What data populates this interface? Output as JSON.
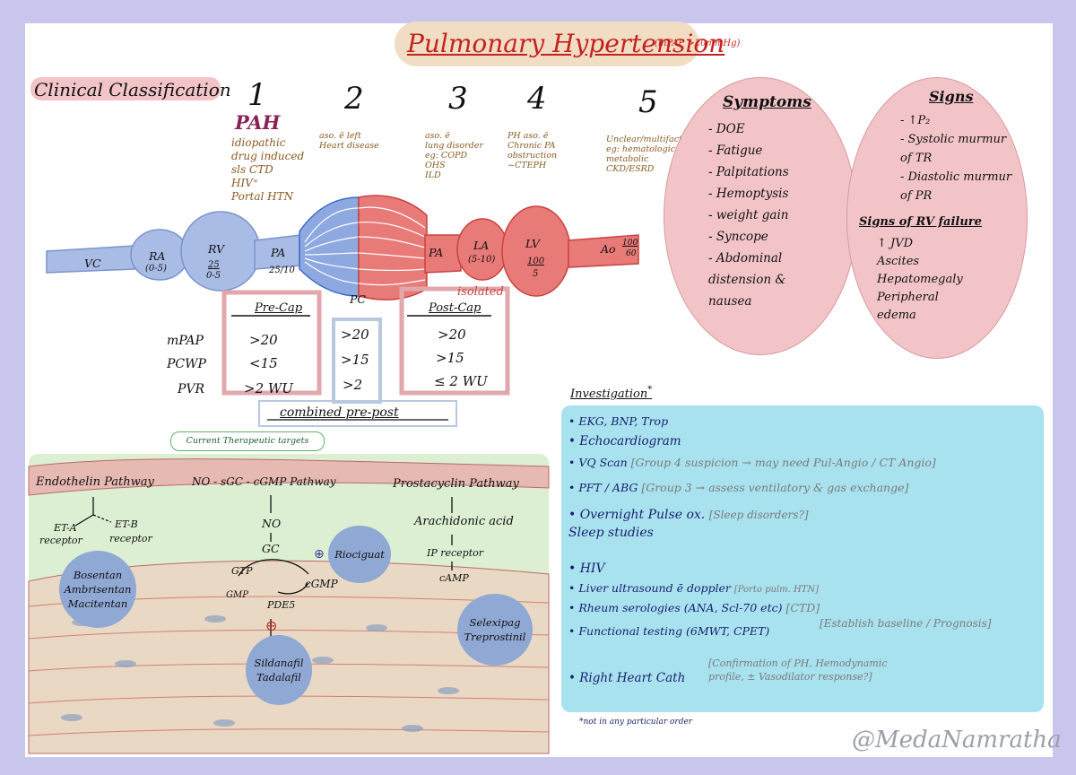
{
  "title": "Pulmonary Hypertension",
  "title_sub": "(mPAP >20mmHg)",
  "clinical_classification": "Clinical Classification",
  "groups": [
    {
      "num": "1",
      "note": ""
    },
    {
      "num": "2",
      "note": "aso. ē left\nHeart disease"
    },
    {
      "num": "3",
      "note": "aso. ē\nlung disorder\neg: COPD\nOHS\nILD"
    },
    {
      "num": "4",
      "note": "PH aso. ē\nChronic PA\nobstruction\n~CTEPH"
    },
    {
      "num": "5",
      "note": "Unclear/multifactorial\neg: hematological\nmetabolic\nCKD/ESRD"
    }
  ],
  "pah": {
    "title": "PAH",
    "list": "idiopathic\ndrug induced\nsls CTD\nHIV⁺\nPortal HTN"
  },
  "circulation": {
    "vc": "VC",
    "ra": "RA",
    "ra_val": "(0-5)",
    "rv": "RV",
    "rv_val_top": "25",
    "rv_val_bot": "0-5",
    "pa1": "PA",
    "pa1_val": "25/10",
    "pc": "PC",
    "pa2": "PA",
    "la": "LA",
    "la_val": "(5-10)",
    "lv": "LV",
    "lv_val_top": "100",
    "lv_val_bot": "5",
    "ao": "Ao",
    "ao_val_top": "100",
    "ao_val_bot": "60"
  },
  "hemo": {
    "precap": "Pre-Cap",
    "isolated": "isolated",
    "postcap": "Post-Cap",
    "rows": [
      {
        "label": "mPAP",
        "pre": ">20",
        "pc": ">20",
        "post": ">20"
      },
      {
        "label": "PCWP",
        "pre": "<15",
        "pc": ">15",
        "post": ">15"
      },
      {
        "label": "PVR",
        "pre": ">2 WU",
        "pc": ">2",
        "post": "≤ 2 WU"
      }
    ],
    "combined": "combined pre-post"
  },
  "therapeutic": "Current Therapeutic targets",
  "pathways": {
    "endothelin": "Endothelin Pathway",
    "eta": "ET-A",
    "eta2": "receptor",
    "etb": "ET-B",
    "etb2": "receptor",
    "no_path": "NO - sGC - cGMP Pathway",
    "no": "NO",
    "gc": "GC",
    "gtp": "GTP",
    "cgmp": "cGMP",
    "gmp": "GMP",
    "pde5": "PDE5",
    "plus": "⊕",
    "minus": "⊖",
    "prosta": "Prostacyclin Pathway",
    "arach": "Arachidonic acid",
    "ip": "IP receptor",
    "camp": "cAMP"
  },
  "drugs": {
    "era": "Bosentan\nAmbrisentan\nMacitentan",
    "sgc": "Riociguat",
    "pde5i": "Sildanafil\nTadalafil",
    "prost": "Selexipag\nTreprostinil"
  },
  "symptoms": {
    "title": "Symptoms",
    "list": "- DOE\n- Fatigue\n- Palpitations\n- Hemoptysis\n- weight gain\n- Syncope\n- Abdominal\n  distension &\n  nausea"
  },
  "signs": {
    "title": "Signs",
    "list": "- ↑P₂\n- Systolic murmur\n  of TR\n- Diastolic murmur\n  of PR",
    "rvf_title": "Signs of RV failure",
    "rvf_list": "↑ JVD\nAscites\nHepatomegaly\nPeripheral\nedema"
  },
  "investigation": {
    "title": "Investigation",
    "star": "*",
    "items": [
      {
        "text": "• EKG, BNP, Trop",
        "note": ""
      },
      {
        "text": "• Echocardiogram",
        "note": ""
      },
      {
        "text": "• VQ Scan",
        "note": "[Group 4 suspicion → may need Pul-Angio / CT Angio]"
      },
      {
        "text": "• PFT / ABG",
        "note": "[Group 3 → assess ventilatory & gas exchange]"
      },
      {
        "text": "• Overnight Pulse ox.",
        "note": "[Sleep disorders?]"
      },
      {
        "text": "  Sleep studies",
        "note": ""
      },
      {
        "text": "• HIV",
        "note": ""
      },
      {
        "text": "• Liver ultrasound ē doppler",
        "note": "[Porto pulm. HTN]"
      },
      {
        "text": "• Rheum serologies (ANA, Scl-70 etc)",
        "note": "[CTD]"
      },
      {
        "text": "• Functional testing (6MWT, CPET)",
        "note": "[Establish baseline / Prognosis]"
      },
      {
        "text": "• Right Heart Cath",
        "note": "[Confirmation of PH, Hemodynamic profile, ± Vasodilator response?]"
      }
    ],
    "footnote": "*not in any particular order"
  },
  "watermark": "@MedaNamratha",
  "colors": {
    "blue": "#a9bce6",
    "red": "#e87a78",
    "pink": "#f2c4c8",
    "cyan": "#a8e2ef",
    "green": "#dcefd2",
    "frame": "#c9c6ee"
  }
}
